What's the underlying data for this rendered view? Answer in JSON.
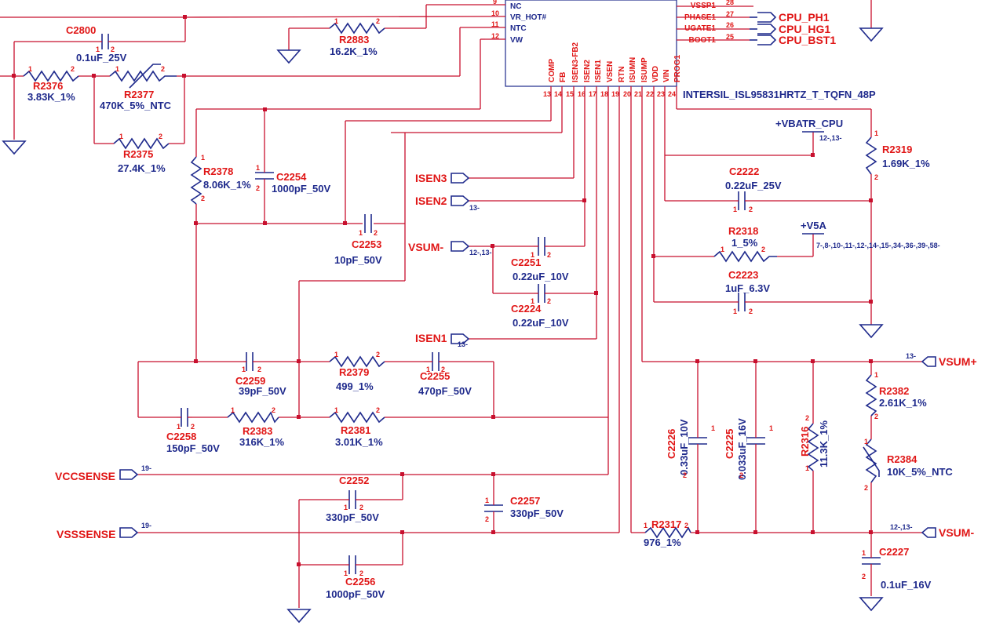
{
  "ic": {
    "part": "INTERSIL_ISL95831HRTZ_T_TQFN_48P",
    "left_pins": [
      {
        "num": "9",
        "name": "NC"
      },
      {
        "num": "10",
        "name": "VR_HOT#"
      },
      {
        "num": "11",
        "name": "NTC"
      },
      {
        "num": "12",
        "name": "VW"
      }
    ],
    "right_pins": [
      {
        "num": "28",
        "name": "VSSP1"
      },
      {
        "num": "27",
        "name": "PHASE1"
      },
      {
        "num": "26",
        "name": "UGATE1"
      },
      {
        "num": "25",
        "name": "BOOT1"
      }
    ],
    "bottom_pins": [
      {
        "num": "13",
        "name": "COMP"
      },
      {
        "num": "14",
        "name": "FB"
      },
      {
        "num": "15",
        "name": "ISEN3-FB2"
      },
      {
        "num": "16",
        "name": "ISEN2"
      },
      {
        "num": "17",
        "name": "ISEN1"
      },
      {
        "num": "18",
        "name": "VSEN"
      },
      {
        "num": "19",
        "name": "RTN"
      },
      {
        "num": "20",
        "name": "ISUMN"
      },
      {
        "num": "21",
        "name": "ISUMP"
      },
      {
        "num": "22",
        "name": "VDD"
      },
      {
        "num": "23",
        "name": "VIN"
      },
      {
        "num": "24",
        "name": "PROG1"
      }
    ]
  },
  "nets": {
    "cpu_ph1": "CPU_PH1",
    "cpu_hg1": "CPU_HG1",
    "cpu_bst1": "CPU_BST1",
    "isen3": "ISEN3",
    "isen2": "ISEN2",
    "isen2_ref": "13-",
    "vsum_minus_in": "VSUM-",
    "vsum_minus_in_ref": "12-,13-",
    "isen1": "ISEN1",
    "isen1_ref": "13-",
    "vccsense": "VCCSENSE",
    "vccsense_ref": "19-",
    "vsssense": "VSSSENSE",
    "vsssense_ref": "19-",
    "vsum_plus": "VSUM+",
    "vsum_plus_ref": "13-",
    "vsum_minus_out": "VSUM-",
    "vsum_minus_out_ref": "12-,13-",
    "vbatr_cpu": "+VBATR_CPU",
    "vbatr_ref": "12-,13-",
    "v5a": "+V5A",
    "v5a_ref": "7-,8-,10-,11-,12-,14-,15-,34-,36-,39-,58-"
  },
  "components": {
    "C2800": {
      "ref": "C2800",
      "value": "0.1uF_25V"
    },
    "R2883": {
      "ref": "R2883",
      "value": "16.2K_1%"
    },
    "R2376": {
      "ref": "R2376",
      "value": "3.83K_1%"
    },
    "R2377": {
      "ref": "R2377",
      "value": "470K_5%_NTC"
    },
    "R2375": {
      "ref": "R2375",
      "value": "27.4K_1%"
    },
    "R2378": {
      "ref": "R2378",
      "value": "8.06K_1%"
    },
    "C2254": {
      "ref": "C2254",
      "value": "1000pF_50V"
    },
    "C2253": {
      "ref": "C2253",
      "value": "10pF_50V"
    },
    "C2251": {
      "ref": "C2251",
      "value": "0.22uF_10V"
    },
    "C2224": {
      "ref": "C2224",
      "value": "0.22uF_10V"
    },
    "C2259": {
      "ref": "C2259",
      "value": "39pF_50V"
    },
    "R2379": {
      "ref": "R2379",
      "value": "499_1%"
    },
    "C2255": {
      "ref": "C2255",
      "value": "470pF_50V"
    },
    "C2258": {
      "ref": "C2258",
      "value": "150pF_50V"
    },
    "R2383": {
      "ref": "R2383",
      "value": "316K_1%"
    },
    "R2381": {
      "ref": "R2381",
      "value": "3.01K_1%"
    },
    "C2252": {
      "ref": "C2252",
      "value": "330pF_50V"
    },
    "C2257": {
      "ref": "C2257",
      "value": "330pF_50V"
    },
    "C2256": {
      "ref": "C2256",
      "value": "1000pF_50V"
    },
    "R2319": {
      "ref": "R2319",
      "value": "1.69K_1%"
    },
    "C2222": {
      "ref": "C2222",
      "value": "0.22uF_25V"
    },
    "R2318": {
      "ref": "R2318",
      "value": "1_5%"
    },
    "C2223": {
      "ref": "C2223",
      "value": "1uF_6.3V"
    },
    "C2226": {
      "ref": "C2226",
      "value": "0.33uF_10V"
    },
    "C2225": {
      "ref": "C2225",
      "value": "0.033uF_16V"
    },
    "R2316": {
      "ref": "R2316",
      "value": "11.3K_1%"
    },
    "R2382": {
      "ref": "R2382",
      "value": "2.61K_1%"
    },
    "R2384": {
      "ref": "R2384",
      "value": "10K_5%_NTC"
    },
    "R2317": {
      "ref": "R2317",
      "value": "976_1%"
    },
    "C2227": {
      "ref": "C2227",
      "value": "0.1uF_16V"
    }
  },
  "pin_marks": {
    "one": "1",
    "two": "2"
  }
}
